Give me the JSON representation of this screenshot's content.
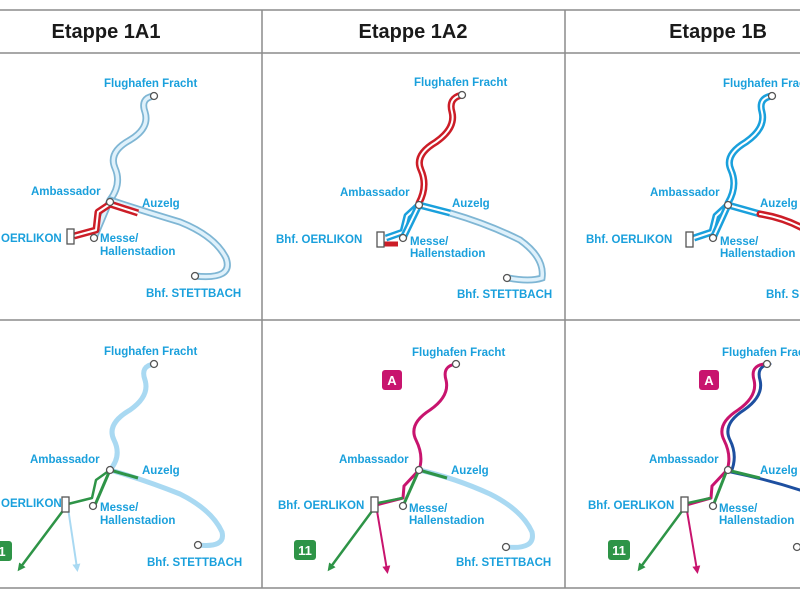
{
  "headers": [
    "Etappe 1A1",
    "Etappe 1A2",
    "Etappe 1B"
  ],
  "stations": {
    "flughafen": "Flughafen Fracht",
    "ambassador": "Ambassador",
    "auzelg": "Auzelg",
    "oerlikon_full": "Bhf. OERLIKON",
    "oerlikon_short": "OERLIKON",
    "messe_1": "Messe/",
    "messe_2": "Hallenstadion",
    "stettbach": "Bhf. STETTBACH",
    "stettbach_short": "Bhf. S"
  },
  "badges": {
    "line_a": "A",
    "line_11": "11",
    "line_11_cut": "1"
  },
  "colors": {
    "light": "#a9d9f2",
    "cyan": "#1aa0dc",
    "red": "#cc1d27",
    "magenta": "#c8146e",
    "green": "#2e9447",
    "navy": "#1d4fa0",
    "label": "#1aa0dc",
    "grid": "#8c8c8c"
  }
}
